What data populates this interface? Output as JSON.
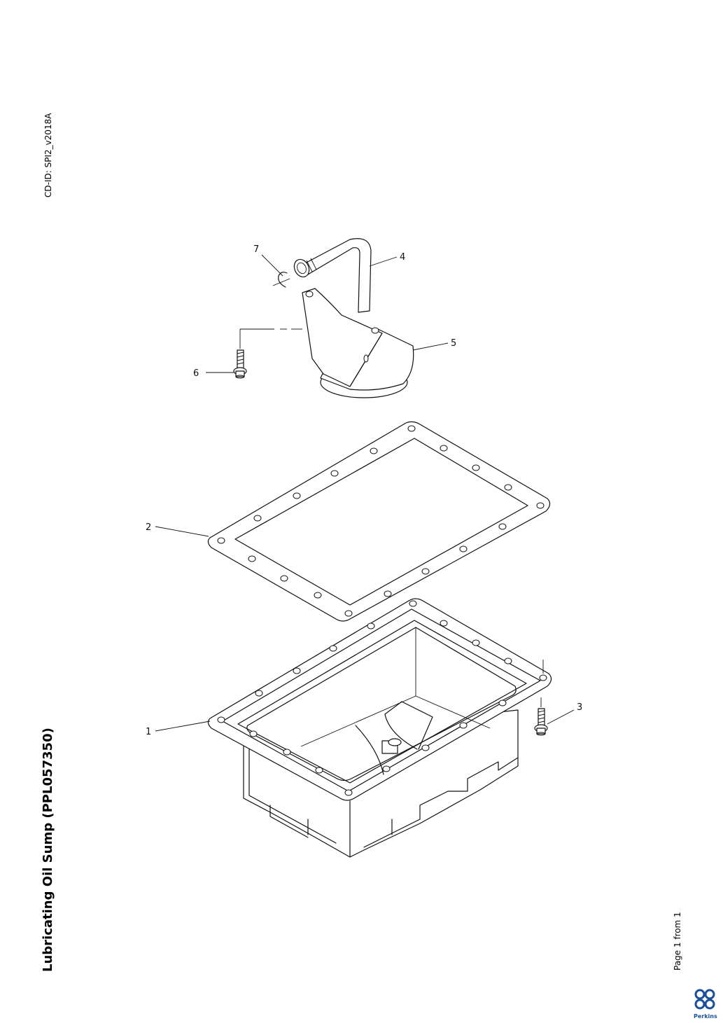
{
  "document": {
    "cd_id": "CD-ID: SPI2_v2018A",
    "title": "Lubricating Oil Sump (PPL057350)",
    "page_info": "Page 1 from 1",
    "brand": "Perkins"
  },
  "callouts": [
    {
      "id": "1",
      "label": "1"
    },
    {
      "id": "2",
      "label": "2"
    },
    {
      "id": "3",
      "label": "3"
    },
    {
      "id": "4",
      "label": "4"
    },
    {
      "id": "5",
      "label": "5"
    },
    {
      "id": "6",
      "label": "6"
    },
    {
      "id": "7",
      "label": "7"
    }
  ],
  "colors": {
    "line": "#111111",
    "background": "#ffffff",
    "brand_blue": "#1a4f9c"
  }
}
